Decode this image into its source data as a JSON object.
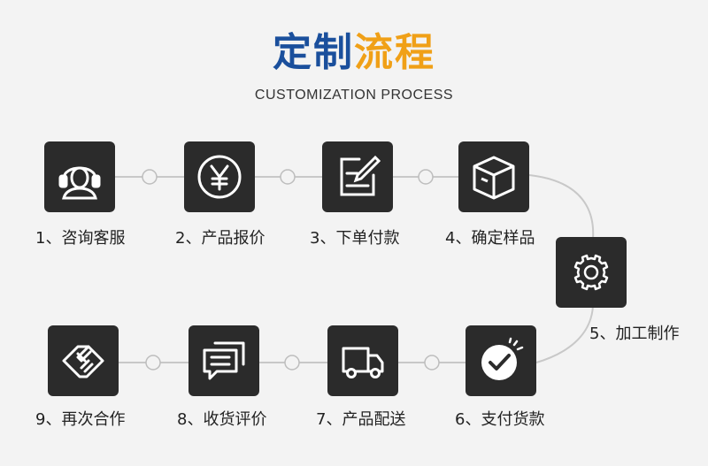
{
  "title": {
    "part1": "定制",
    "part2": "流程"
  },
  "subtitle": "CUSTOMIZATION PROCESS",
  "steps": [
    {
      "label": "1、咨询客服",
      "icon": "customer-service-icon"
    },
    {
      "label": "2、产品报价",
      "icon": "yuan-icon"
    },
    {
      "label": "3、下单付款",
      "icon": "order-edit-icon"
    },
    {
      "label": "4、确定样品",
      "icon": "box-icon"
    },
    {
      "label": "5、加工制作",
      "icon": "gear-icon"
    },
    {
      "label": "6、支付货款",
      "icon": "checkmark-icon"
    },
    {
      "label": "7、产品配送",
      "icon": "truck-icon"
    },
    {
      "label": "8、收货评价",
      "icon": "comment-icon"
    },
    {
      "label": "9、再次合作",
      "icon": "handshake-icon"
    }
  ],
  "colors": {
    "title_blue": "#1a4f9c",
    "title_orange": "#f0a017",
    "tile": "#2b2b2b"
  }
}
